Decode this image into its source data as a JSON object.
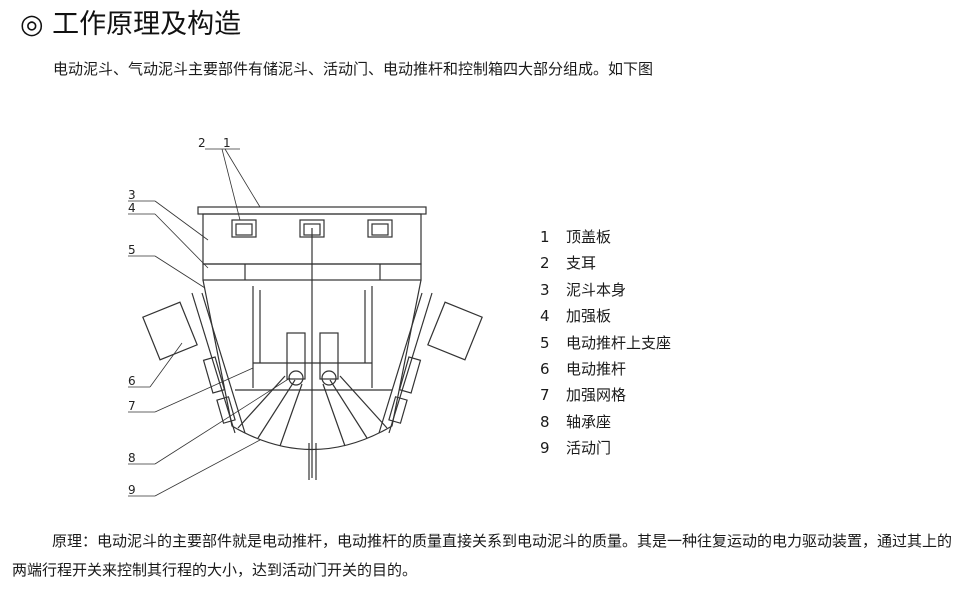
{
  "title": "◎ 工作原理及构造",
  "intro": "电动泥斗、气动泥斗主要部件有储泥斗、活动门、电动推杆和控制箱四大部分组成。如下图",
  "diagram": {
    "callouts": [
      "1",
      "2",
      "3",
      "4",
      "5",
      "6",
      "7",
      "8",
      "9"
    ]
  },
  "legend": [
    {
      "num": "1",
      "label": "顶盖板"
    },
    {
      "num": "2",
      "label": "支耳"
    },
    {
      "num": "3",
      "label": "泥斗本身"
    },
    {
      "num": "4",
      "label": "加强板"
    },
    {
      "num": "5",
      "label": "电动推杆上支座"
    },
    {
      "num": "6",
      "label": "电动推杆"
    },
    {
      "num": "7",
      "label": "加强网格"
    },
    {
      "num": "8",
      "label": "轴承座"
    },
    {
      "num": "9",
      "label": "活动门"
    }
  ],
  "principle": "原理：电动泥斗的主要部件就是电动推杆，电动推杆的质量直接关系到电动泥斗的质量。其是一种往复运动的电力驱动装置，通过其上的两端行程开关来控制其行程的大小，达到活动门开关的目的。"
}
